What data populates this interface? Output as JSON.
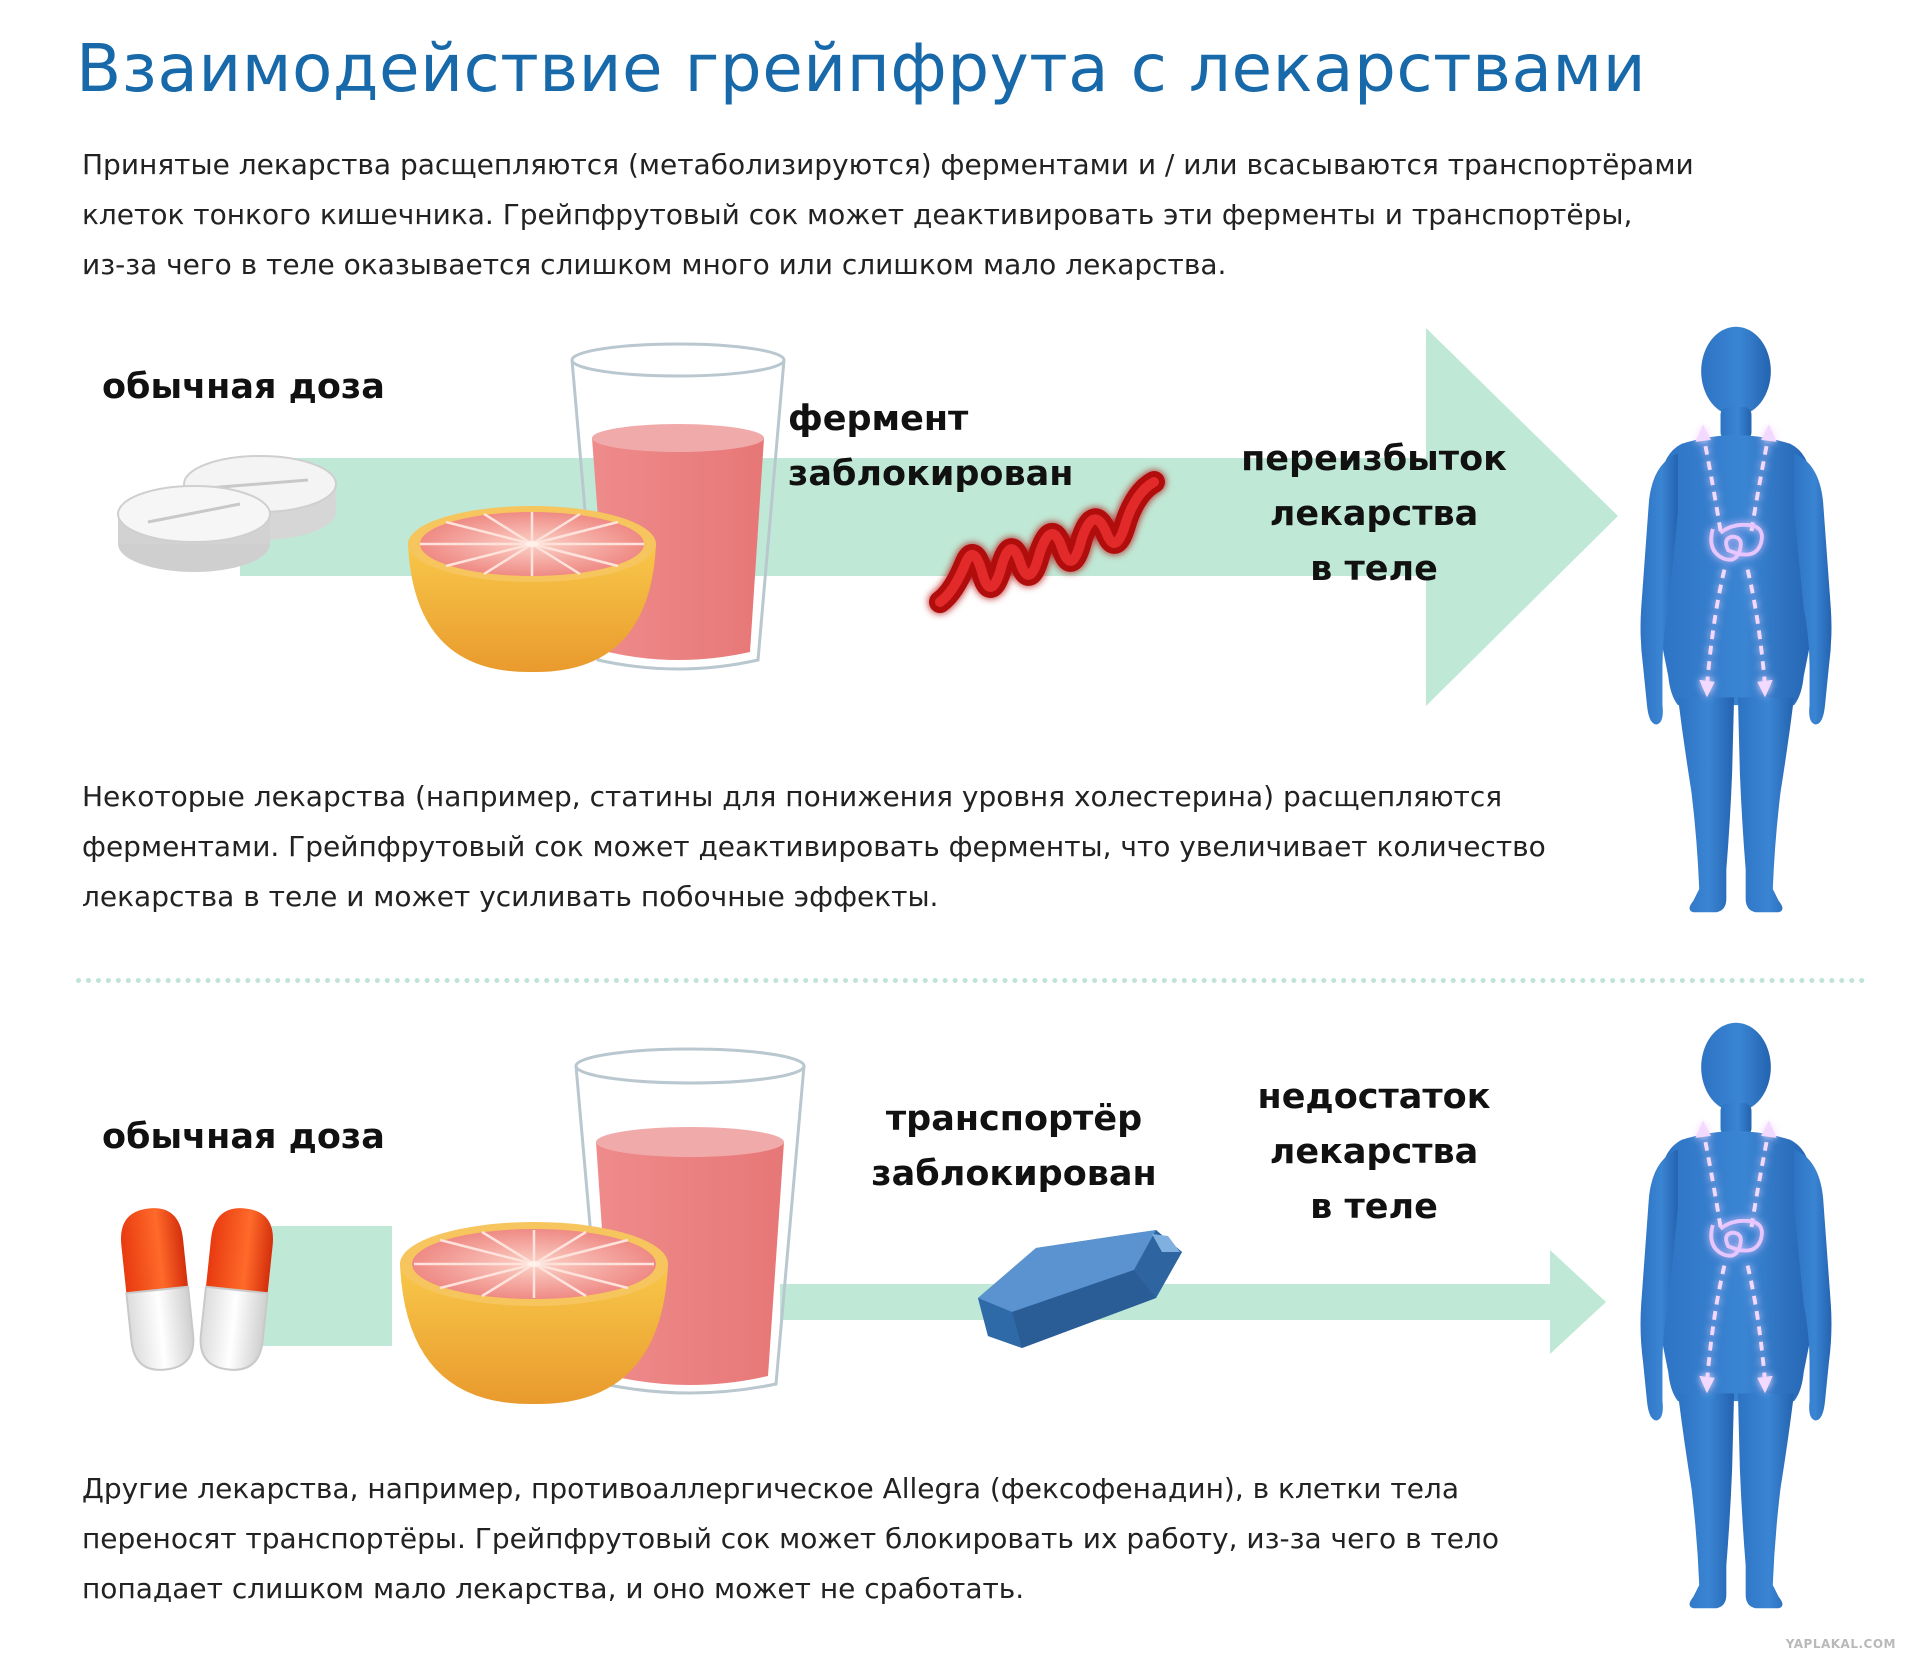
{
  "title": "Взаимодействие грейпфрута с лекарствами",
  "intro": {
    "lines": [
      "Принятые лекарства расщепляются (метаболизируются) ферментами и / или всасываются транспортёрами",
      "клеток тонкого кишечника. Грейпфрутовый сок может деактивировать эти ферменты и транспортёры,",
      "из-за чего в теле оказывается слишком много или слишком мало лекарства."
    ]
  },
  "section1": {
    "dose_label": "обычная доза",
    "blocked_line1": "фермент",
    "blocked_line2": "заблокирован",
    "result_line1": "переизбыток",
    "result_line2": "лекарства",
    "result_line3": "в теле",
    "description": [
      "Некоторые лекарства (например, статины для понижения уровня холестерина) расщепляются",
      "ферментами. Грейпфрутовый сок может деактивировать ферменты, что увеличивает количество",
      "лекарства в теле и может усиливать побочные эффекты."
    ]
  },
  "section2": {
    "dose_label": "обычная доза",
    "blocked_line1": "транспортёр",
    "blocked_line2": "заблокирован",
    "result_line1": "недостаток",
    "result_line2": "лекарства",
    "result_line3": "в теле",
    "description": [
      "Другие лекарства, например, противоаллергическое Allegra (фексофенадин), в клетки тела",
      "переносят транспортёры. Грейпфрутовый сок может блокировать их работу, из-за чего в тело",
      "попадает слишком мало лекарства, и оно может не сработать."
    ]
  },
  "watermark": "YAPLAKAL.COM",
  "colors": {
    "title": "#1769aa",
    "arrow": "#bfe9d6",
    "body": "#2a6fc0",
    "juice": "#ec8484",
    "enzyme": "#c81414",
    "transporter": "#3f7ab8"
  },
  "icons": {
    "tablets": "tablet-pills-icon",
    "capsules": "capsule-pills-icon",
    "grapefruit": "grapefruit-half-icon",
    "glass": "juice-glass-icon",
    "enzyme": "enzyme-helix-icon",
    "transporter": "transporter-crystal-icon",
    "body": "human-body-icon"
  }
}
